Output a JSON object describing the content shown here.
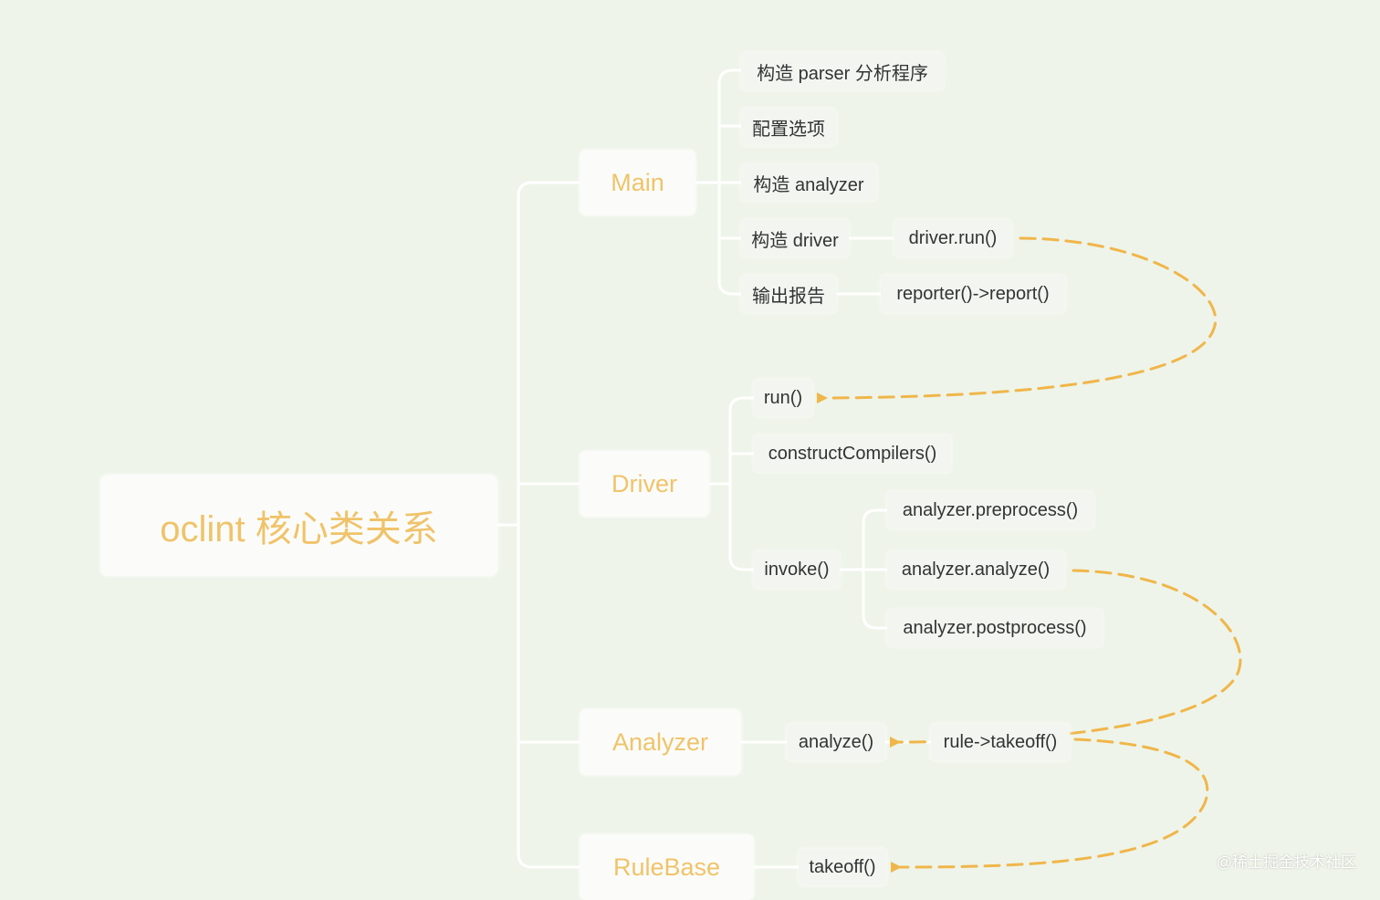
{
  "root": {
    "label": "oclint 核心类关系"
  },
  "classes": {
    "main": "Main",
    "driver": "Driver",
    "analyzer": "Analyzer",
    "rulebase": "RuleBase"
  },
  "main_items": {
    "parser": "构造 parser 分析程序",
    "options": "配置选项",
    "analyzer": "构造 analyzer",
    "driver": "构造 driver",
    "report": "输出报告"
  },
  "main_calls": {
    "driver_run": "driver.run()",
    "reporter": "reporter()->report()"
  },
  "driver_items": {
    "run": "run()",
    "compilers": "constructCompilers()",
    "invoke": "invoke()"
  },
  "invoke_items": {
    "preprocess": "analyzer.preprocess()",
    "analyze": "analyzer.analyze()",
    "postprocess": "analyzer.postprocess()"
  },
  "analyzer_items": {
    "analyze": "analyze()",
    "takeoff_call": "rule->takeoff()"
  },
  "rulebase_items": {
    "takeoff": "takeoff()"
  },
  "watermark": "@稀土掘金技术社区",
  "colors": {
    "background": "#eef4e9",
    "accent": "#f0c36a",
    "connector": "#ffffff",
    "arrow": "#f0b64a"
  }
}
